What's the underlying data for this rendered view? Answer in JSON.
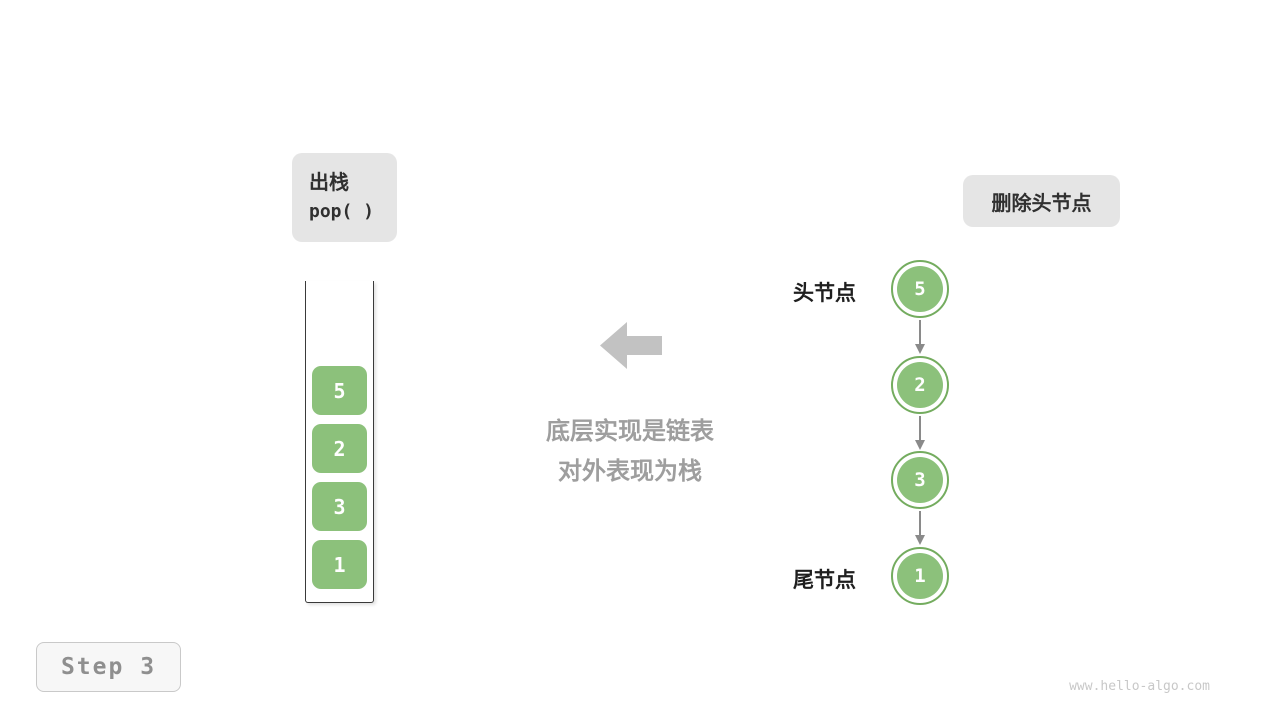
{
  "colors": {
    "node_green": "#8CC17B",
    "node_ring_green": "#74AC5F",
    "label_box_gray": "#E5E5E5",
    "caption_gray": "#9E9E9E",
    "big_arrow_gray": "#C2C2C2"
  },
  "stack_panel": {
    "label_line1": "出栈",
    "label_line2": "pop( )",
    "items": [
      "5",
      "2",
      "3",
      "1"
    ]
  },
  "center": {
    "caption_line1": "底层实现是链表",
    "caption_line2": "对外表现为栈"
  },
  "list_panel": {
    "label": "删除头节点",
    "head_label": "头节点",
    "tail_label": "尾节点",
    "nodes": [
      "5",
      "2",
      "3",
      "1"
    ]
  },
  "footer": {
    "step_label": "Step 3",
    "watermark": "www.hello-algo.com"
  }
}
